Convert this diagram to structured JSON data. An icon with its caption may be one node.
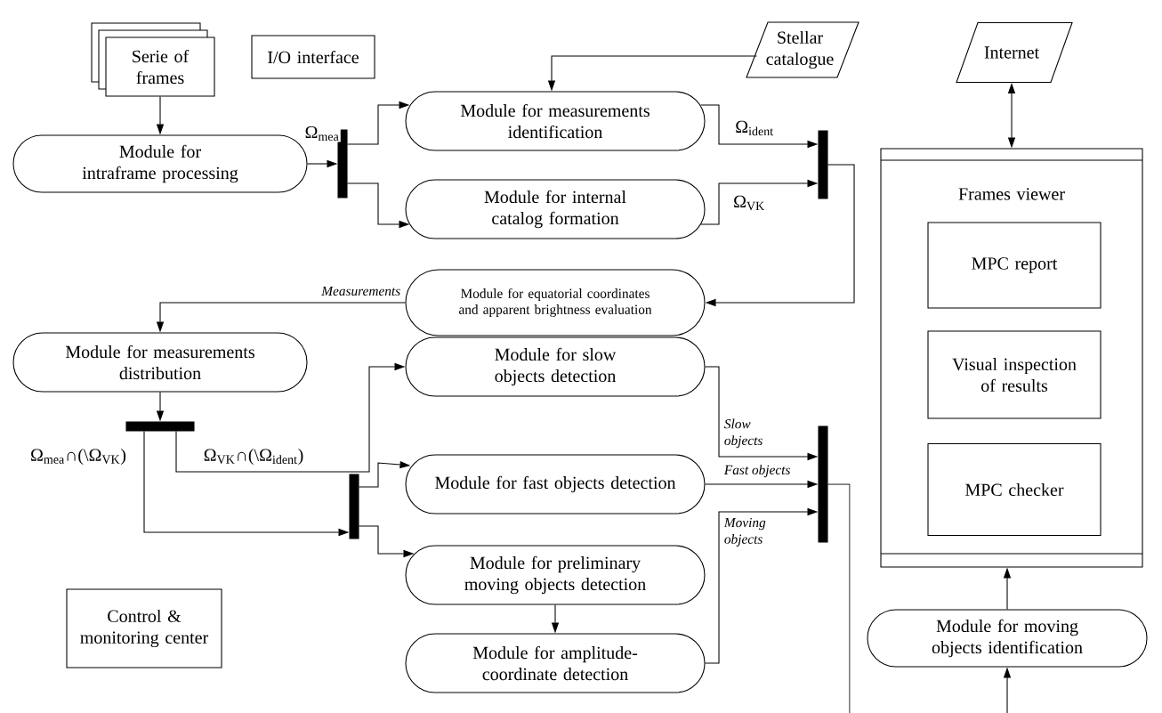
{
  "diagram": {
    "nodes": [
      {
        "text": [
          "Serie of frames"
        ]
      },
      {
        "text": [
          "I/O interface"
        ]
      },
      {
        "text": [
          "Stellar catalogue"
        ]
      },
      {
        "text": [
          "Internet"
        ]
      },
      {
        "text": [
          "Module for intraframe processing"
        ]
      },
      {
        "text": [],
        "shape": "bar"
      },
      {
        "text": [
          "Module for measurements identification"
        ]
      },
      {
        "text": [
          "Module for internal catalog formation"
        ]
      },
      {
        "text": [],
        "shape": "bar"
      },
      {
        "text": [
          "Frames viewer"
        ]
      },
      {
        "text": [
          "MPC report"
        ],
        "in": 9
      },
      {
        "text": [
          "Visual inspection of results"
        ],
        "in": 9
      },
      {
        "text": [
          "MPC checker"
        ],
        "in": 9
      },
      {
        "text": [
          "Module for equatorial coordinates and apparent brightness evaluation"
        ]
      },
      {
        "text": [
          "Module for measurements distribution"
        ]
      },
      {
        "text": [],
        "shape": "bar"
      },
      {
        "text": [
          "Module for slow objects detection"
        ]
      },
      {
        "text": [
          "Module for fast objects detection"
        ]
      },
      {
        "text": [],
        "shape": "bar"
      },
      {
        "text": [
          "Module for preliminary moving objects detection"
        ]
      },
      {
        "text": [
          "Control & monitoring center"
        ]
      },
      {
        "text": [
          "Module for amplitude-coordinate detection"
        ]
      },
      {
        "text": [],
        "shape": "bar"
      },
      {
        "text": [
          "Module for moving objects identification"
        ]
      }
    ],
    "edges": [
      {
        "from": 0,
        "to": 4,
        "arrow": "to"
      },
      {
        "from": 4,
        "to": 5,
        "arrow": "to",
        "label": "Ω$_{mea}$"
      },
      {
        "from": 5,
        "to": 6,
        "arrow": "to"
      },
      {
        "from": 5,
        "to": 7,
        "arrow": "to"
      },
      {
        "from": 2,
        "to": 6,
        "arrow": "to"
      },
      {
        "from": 6,
        "to": 8,
        "arrow": "to",
        "label": "Ω$_{ident}$"
      },
      {
        "from": 7,
        "to": 8,
        "arrow": "to",
        "label": "Ω$_{VK}$"
      },
      {
        "from": 8,
        "to": 13,
        "arrow": "to"
      },
      {
        "from": 13,
        "to": 14,
        "arrow": "to",
        "label": "Measurements"
      },
      {
        "from": 3,
        "to": 9,
        "arrow": "both"
      },
      {
        "from": 14,
        "to": 15,
        "arrow": "to"
      },
      {
        "from": 15,
        "to": 16,
        "arrow": "to",
        "label": "Ω$_{VK}$∩(\\Ω$_{ident}$)"
      },
      {
        "from": 15,
        "to": 18,
        "arrow": "to",
        "label": "Ω$_{mea}$∩(\\Ω$_{VK}$)"
      },
      {
        "from": 18,
        "to": 17,
        "arrow": "to"
      },
      {
        "from": 18,
        "to": 19,
        "arrow": "to"
      },
      {
        "from": 19,
        "to": 21,
        "arrow": "to"
      },
      {
        "from": 16,
        "to": 22,
        "arrow": "to",
        "label": "Slow objects"
      },
      {
        "from": 17,
        "to": 22,
        "arrow": "to",
        "label": "Fast objects"
      },
      {
        "from": 21,
        "to": 22,
        "arrow": "to",
        "label": "Moving objects"
      },
      {
        "from": 22,
        "to": null,
        "arrow": "none"
      },
      {
        "from": null,
        "to": 23,
        "arrow": "to"
      },
      {
        "from": 23,
        "to": 9,
        "arrow": "to"
      }
    ]
  }
}
